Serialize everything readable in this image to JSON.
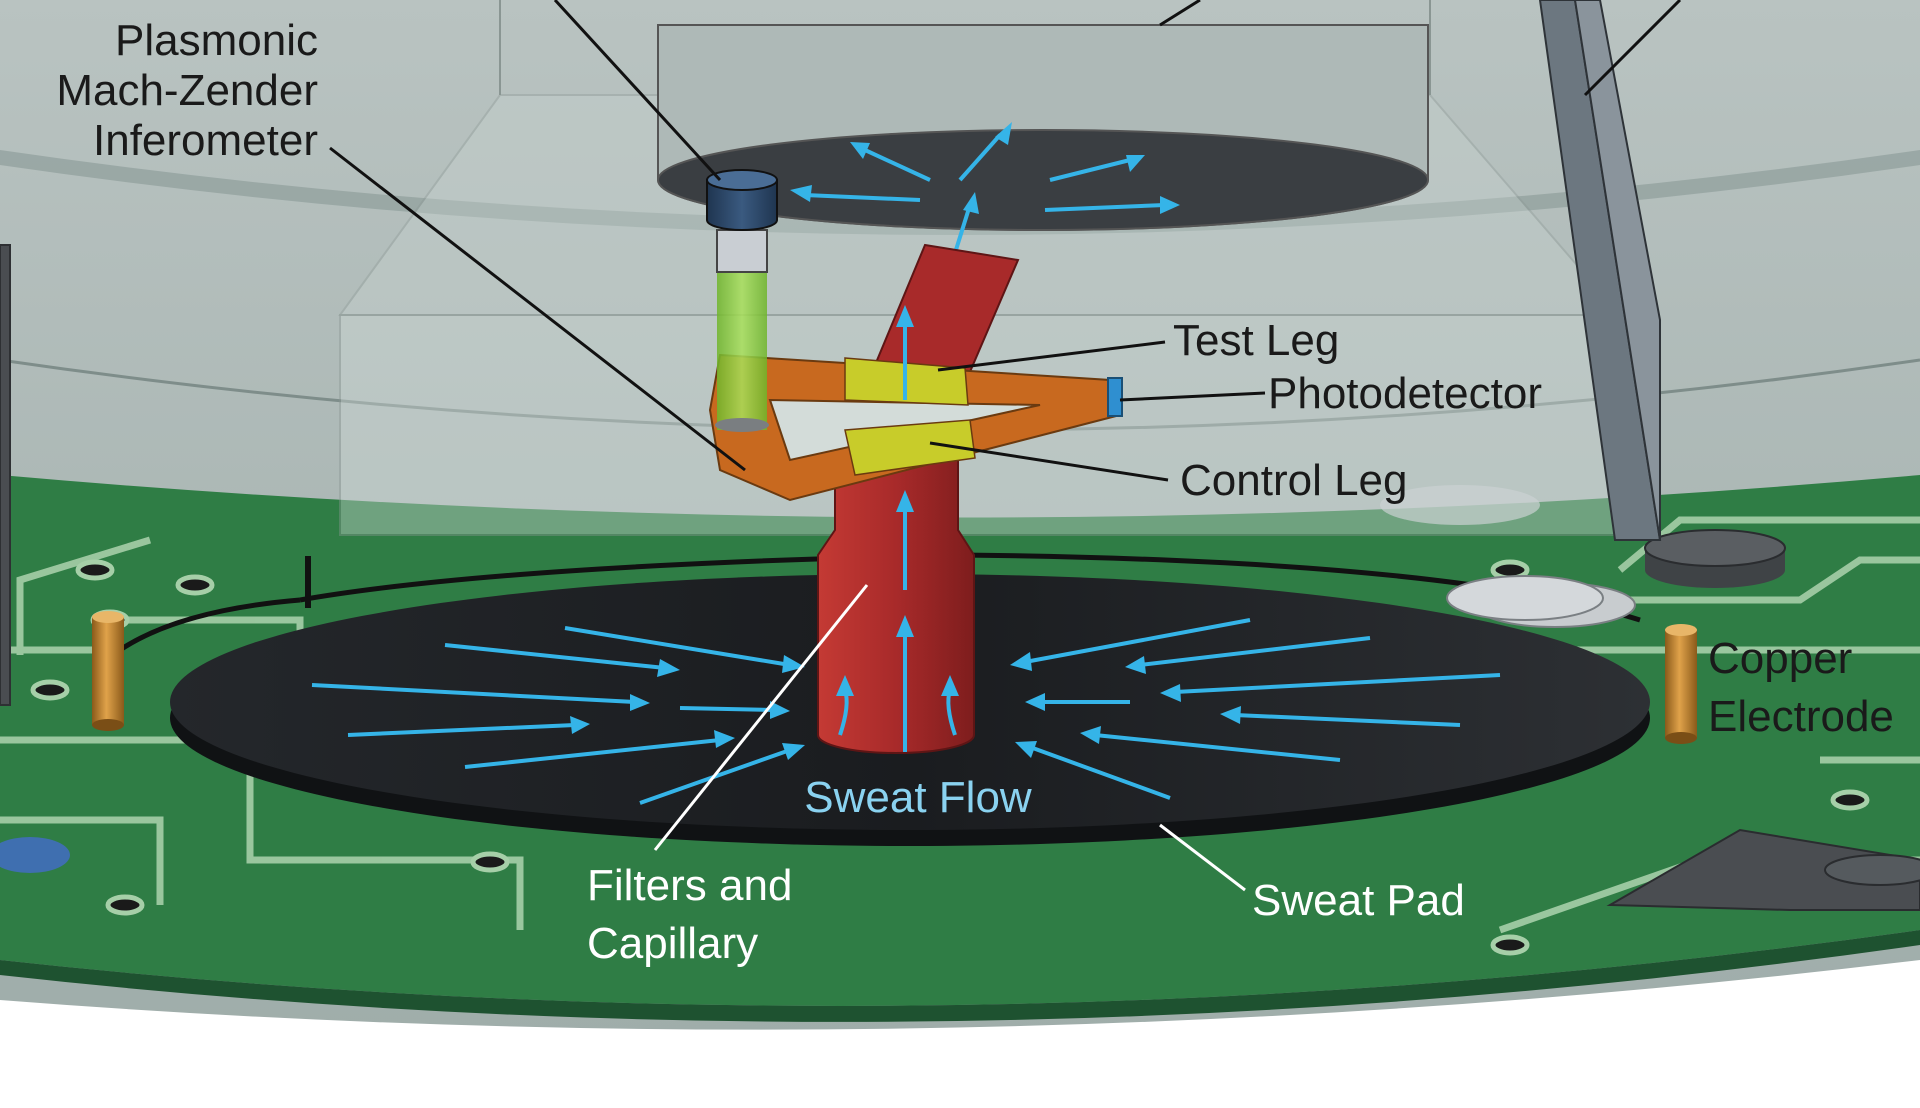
{
  "labels": {
    "mzi_line1": "Plasmonic",
    "mzi_line2": "Mach-Zender",
    "mzi_line3": "Inferometer",
    "test_leg": "Test Leg",
    "photodetector": "Photodetector",
    "control_leg": "Control Leg",
    "copper_line1": "Copper",
    "copper_line2": "Electrode",
    "sweat_flow": "Sweat Flow",
    "filters_line1": "Filters and",
    "filters_line2": "Capillary",
    "sweat_pad": "Sweat Pad"
  },
  "colors": {
    "housing": "#aab6b3",
    "circuit_board": "#2f7d45",
    "trace": "#a6cfa8",
    "sweat_pad": "#1f2226",
    "capillary": "#a82a2a",
    "waveguide": "#c8691f",
    "sensing_region": "#c8cc2a",
    "flow_arrow": "#35b4e8",
    "copper": "#b57a26",
    "light_beam": "#86c93a"
  }
}
